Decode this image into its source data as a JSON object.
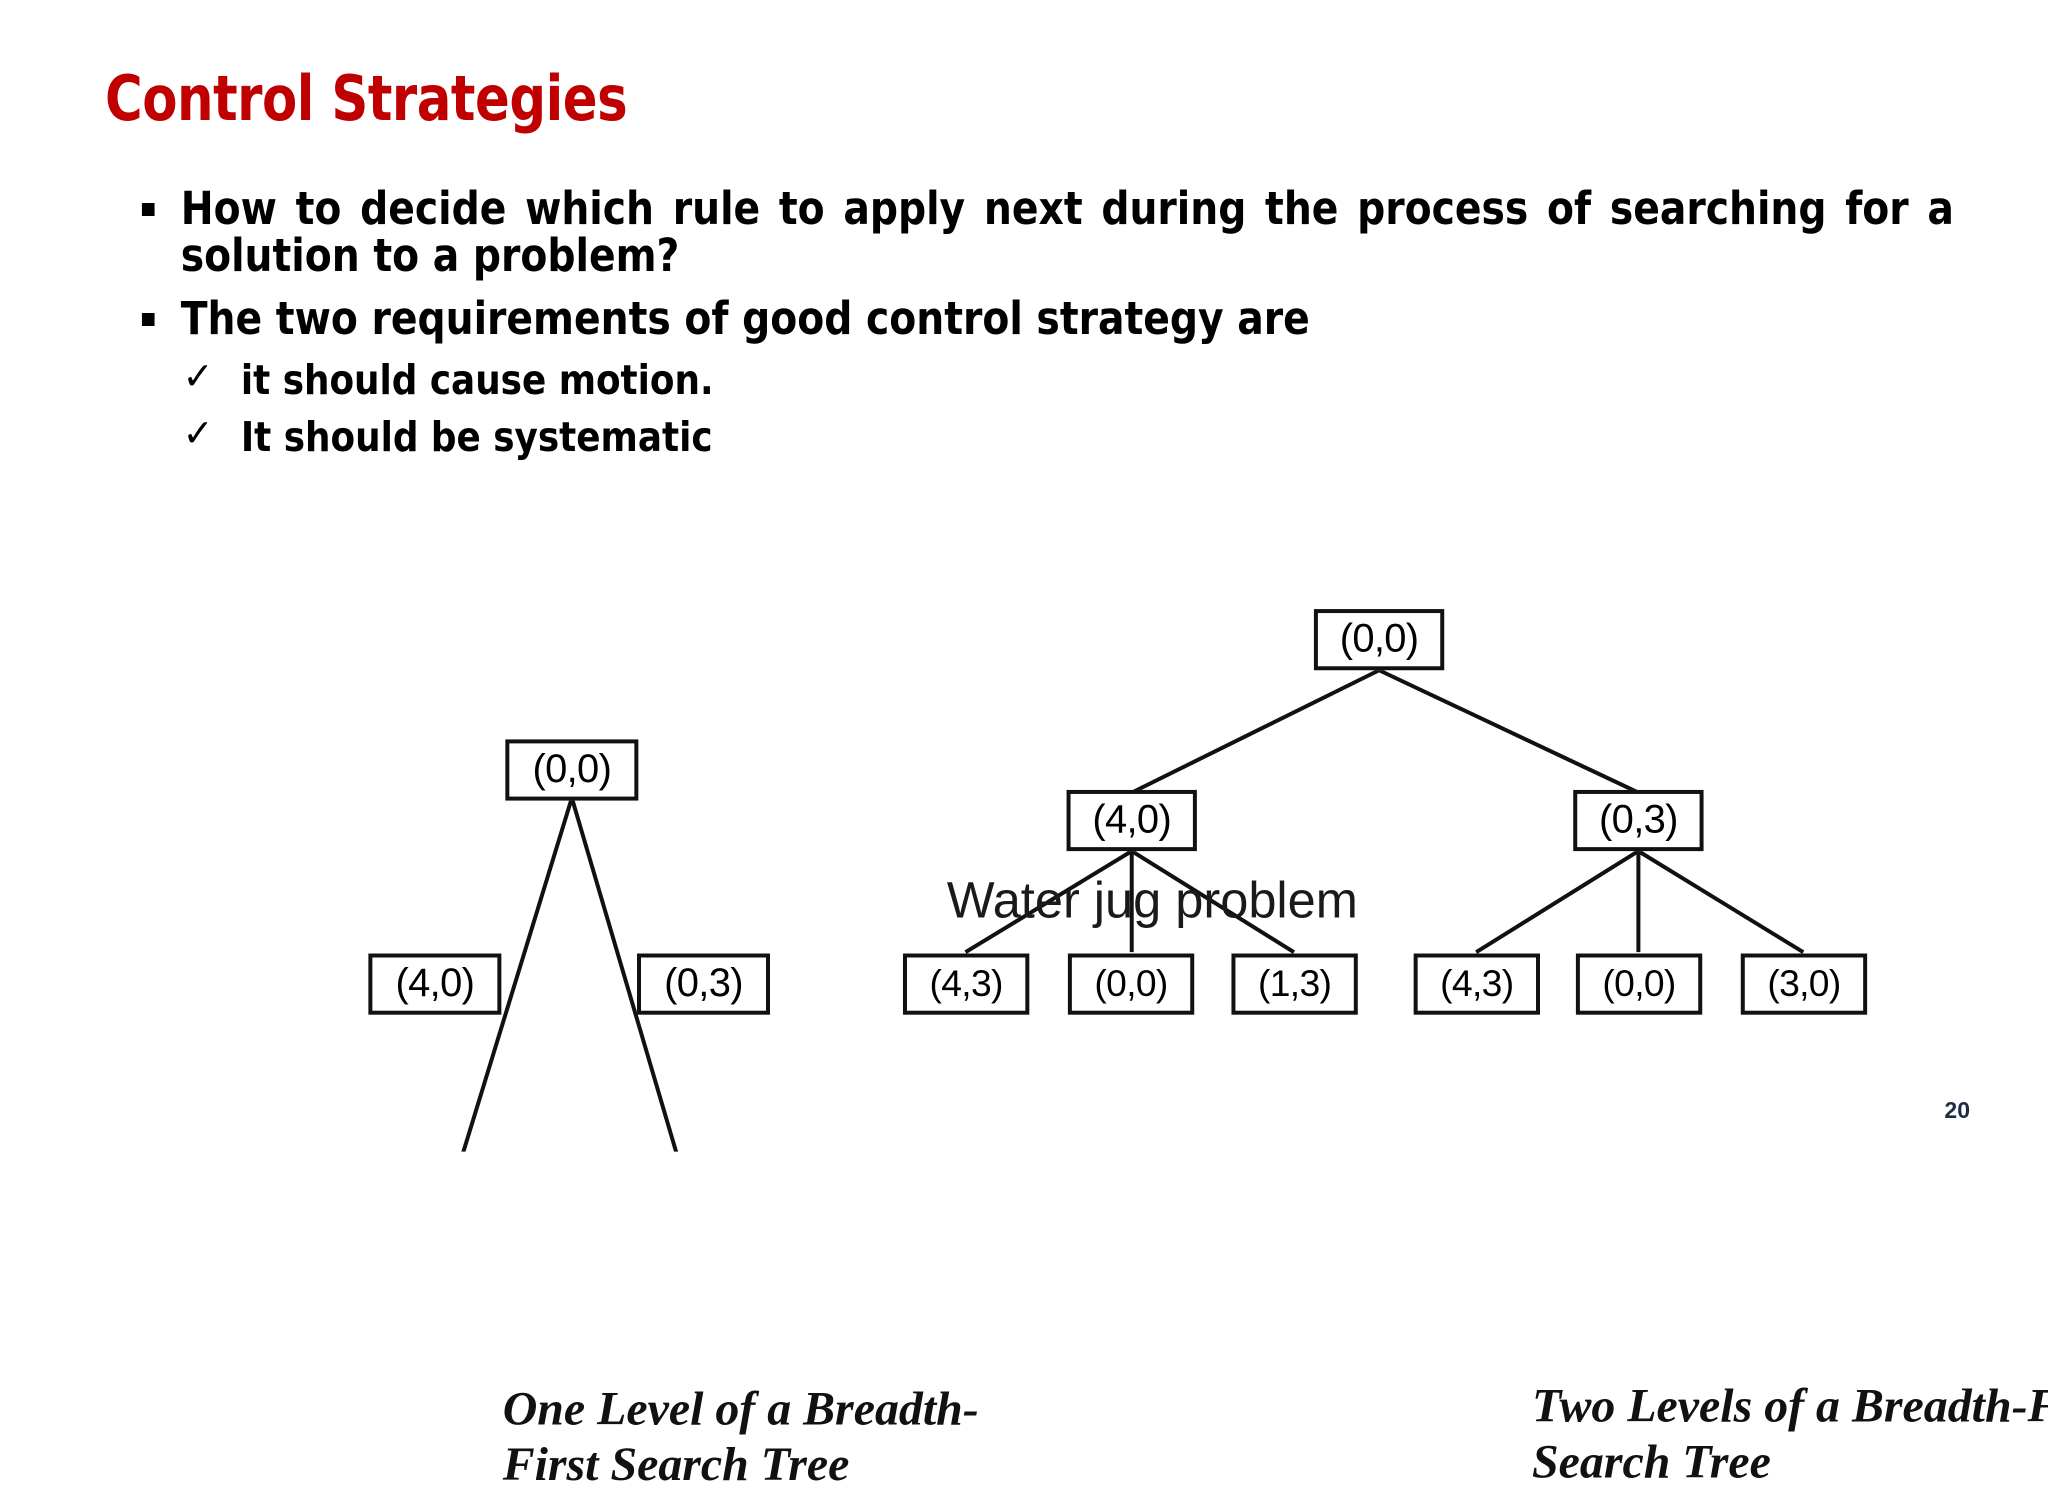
{
  "slide": {
    "title": "Control Strategies",
    "title_color": "#C00000",
    "page_number": "20",
    "page_number_color": "#1F2A44",
    "background_color": "#FFFFFF"
  },
  "body": {
    "bullets": [
      {
        "level": 1,
        "marker": "square-bullet",
        "text": "How to decide which rule to apply next during the process of searching for a solution to a problem?"
      },
      {
        "level": 1,
        "marker": "square-bullet",
        "text": "The two requirements of good control strategy are"
      },
      {
        "level": 2,
        "marker": "check-mark",
        "marker_glyph": "✓",
        "text": "it should cause motion."
      },
      {
        "level": 2,
        "marker": "check-mark",
        "marker_glyph": "✓",
        "text": "It should be systematic"
      }
    ]
  },
  "figure": {
    "title": "Water jug problem",
    "trees": [
      {
        "id": "one-level-tree",
        "caption": "One Level of a Breadth-First Search Tree",
        "nodes": {
          "root": "(0,0)",
          "children": [
            "(4,0)",
            "(0,3)"
          ]
        }
      },
      {
        "id": "two-level-tree",
        "caption": "Two Levels of a Breadth-First Search Tree",
        "nodes": {
          "root": "(0,0)",
          "level1": [
            "(4,0)",
            "(0,3)"
          ],
          "level2_left": [
            "(4,3)",
            "(0,0)",
            "(1,3)"
          ],
          "level2_right": [
            "(4,3)",
            "(0,0)",
            "(3,0)"
          ]
        }
      }
    ]
  },
  "chart_data": {
    "type": "diagram",
    "title": "Water jug problem",
    "subtype": "breadth-first-search-trees",
    "trees": [
      {
        "name": "One Level of a Breadth-First Search Tree",
        "edges": [
          [
            "(0,0)",
            "(4,0)"
          ],
          [
            "(0,0)",
            "(0,3)"
          ]
        ],
        "levels": [
          [
            "(0,0)"
          ],
          [
            "(4,0)",
            "(0,3)"
          ]
        ]
      },
      {
        "name": "Two Levels of a Breadth-First Search Tree",
        "edges": [
          [
            "(0,0)",
            "(4,0)"
          ],
          [
            "(0,0)",
            "(0,3)"
          ],
          [
            "(4,0)",
            "(4,3)"
          ],
          [
            "(4,0)",
            "(0,0)"
          ],
          [
            "(4,0)",
            "(1,3)"
          ],
          [
            "(0,3)",
            "(4,3)"
          ],
          [
            "(0,3)",
            "(0,0)"
          ],
          [
            "(0,3)",
            "(3,0)"
          ]
        ],
        "levels": [
          [
            "(0,0)"
          ],
          [
            "(4,0)",
            "(0,3)"
          ],
          [
            "(4,3)",
            "(0,0)",
            "(1,3)",
            "(4,3)",
            "(0,0)",
            "(3,0)"
          ]
        ]
      }
    ]
  }
}
